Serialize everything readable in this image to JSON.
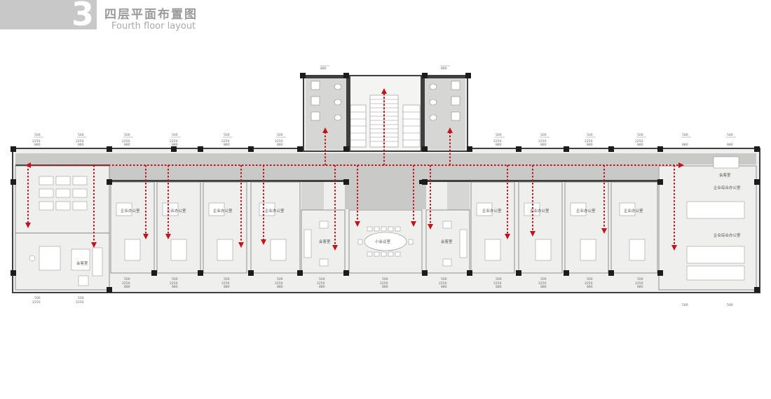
{
  "header": {
    "number": "3",
    "title_cn": "四层平面布置图",
    "title_en": "Fourth floor layout"
  },
  "plan": {
    "room_labels": {
      "enterprise_office": "企业办公室",
      "reception": "会客室",
      "small_meeting": "小会议室",
      "reception_room_right": "会客室",
      "open_office": "企业综合办公室"
    },
    "dim_labels": {
      "a": "500",
      "b": "2250",
      "c": "880"
    },
    "colors": {
      "wall": "#3f3f3f",
      "corridor": "#c9c9c7",
      "room": "#efefed",
      "route": "#c0141c"
    }
  }
}
